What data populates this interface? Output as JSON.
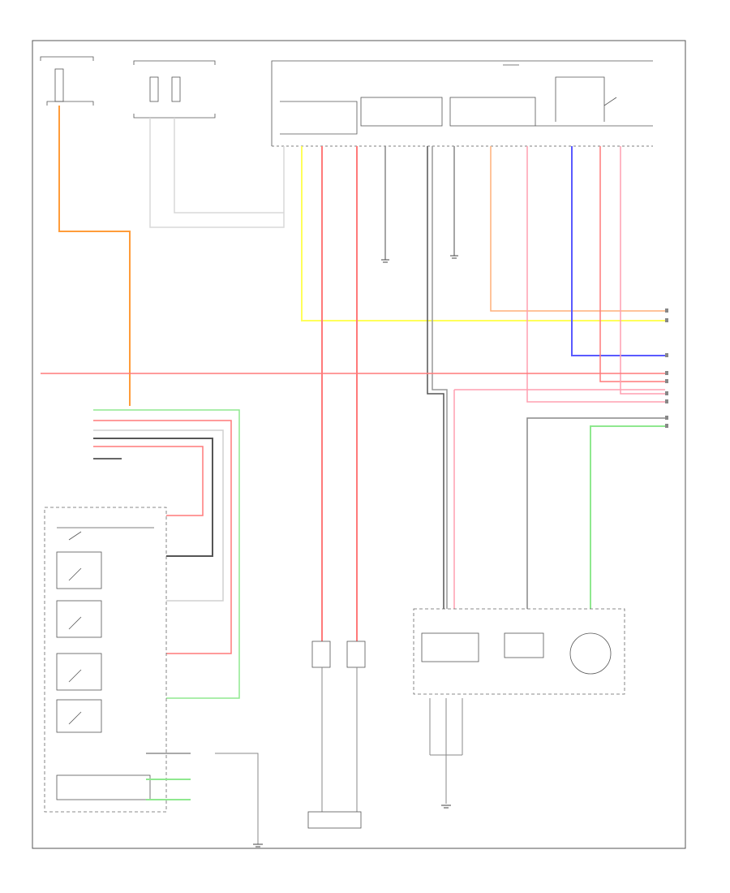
{
  "diagram": {
    "footer_code": "",
    "wire_colors": {
      "orange": "#ff9c3a",
      "red": "#ff7a7a",
      "pink": "#ff9fb0",
      "yellow": "#ffff5a",
      "blue": "#5a5aff",
      "green": "#8fe88f",
      "gray": "#9a9a9a",
      "dark": "#333333",
      "light_gray": "#cfcfcf"
    },
    "components": [
      {
        "id": "fuse-box",
        "label": ""
      },
      {
        "id": "relay-block",
        "label": ""
      },
      {
        "id": "turn-signal-switch",
        "label": ""
      },
      {
        "id": "left-lamp-assembly",
        "label": ""
      },
      {
        "id": "front-turn-signal-lh",
        "label": ""
      },
      {
        "id": "front-turn-signal-rh",
        "label": ""
      },
      {
        "id": "ground-junction",
        "label": ""
      }
    ]
  }
}
